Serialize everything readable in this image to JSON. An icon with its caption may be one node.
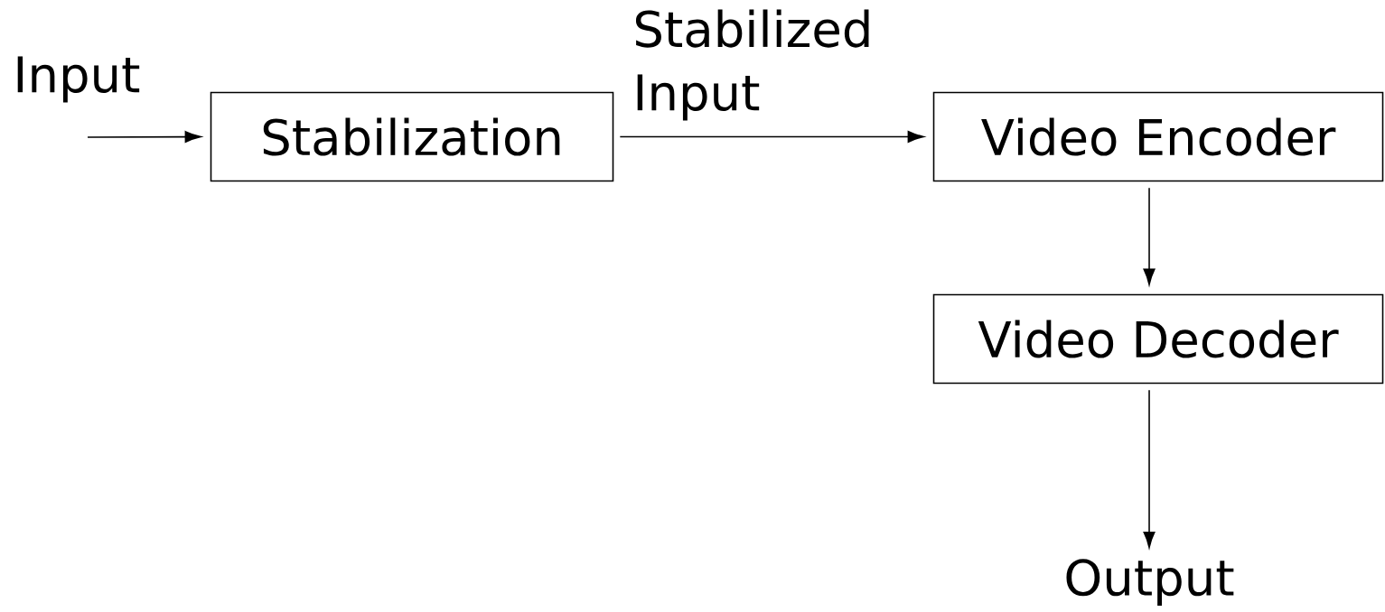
{
  "diagram": {
    "nodes": [
      {
        "text": [
          "Stabilization"
        ]
      },
      {
        "text": [
          "Video Encoder"
        ]
      },
      {
        "text": [
          "Video Decoder"
        ]
      },
      {
        "text": [
          "Output"
        ]
      }
    ],
    "edges": [
      {
        "from": null,
        "to": 0,
        "arrow": "to",
        "label": "Input"
      },
      {
        "from": 0,
        "to": 1,
        "arrow": "to",
        "label": "Stabilized Input"
      },
      {
        "from": 1,
        "to": 2,
        "arrow": "to"
      },
      {
        "from": 2,
        "to": 3,
        "arrow": "to"
      }
    ]
  }
}
